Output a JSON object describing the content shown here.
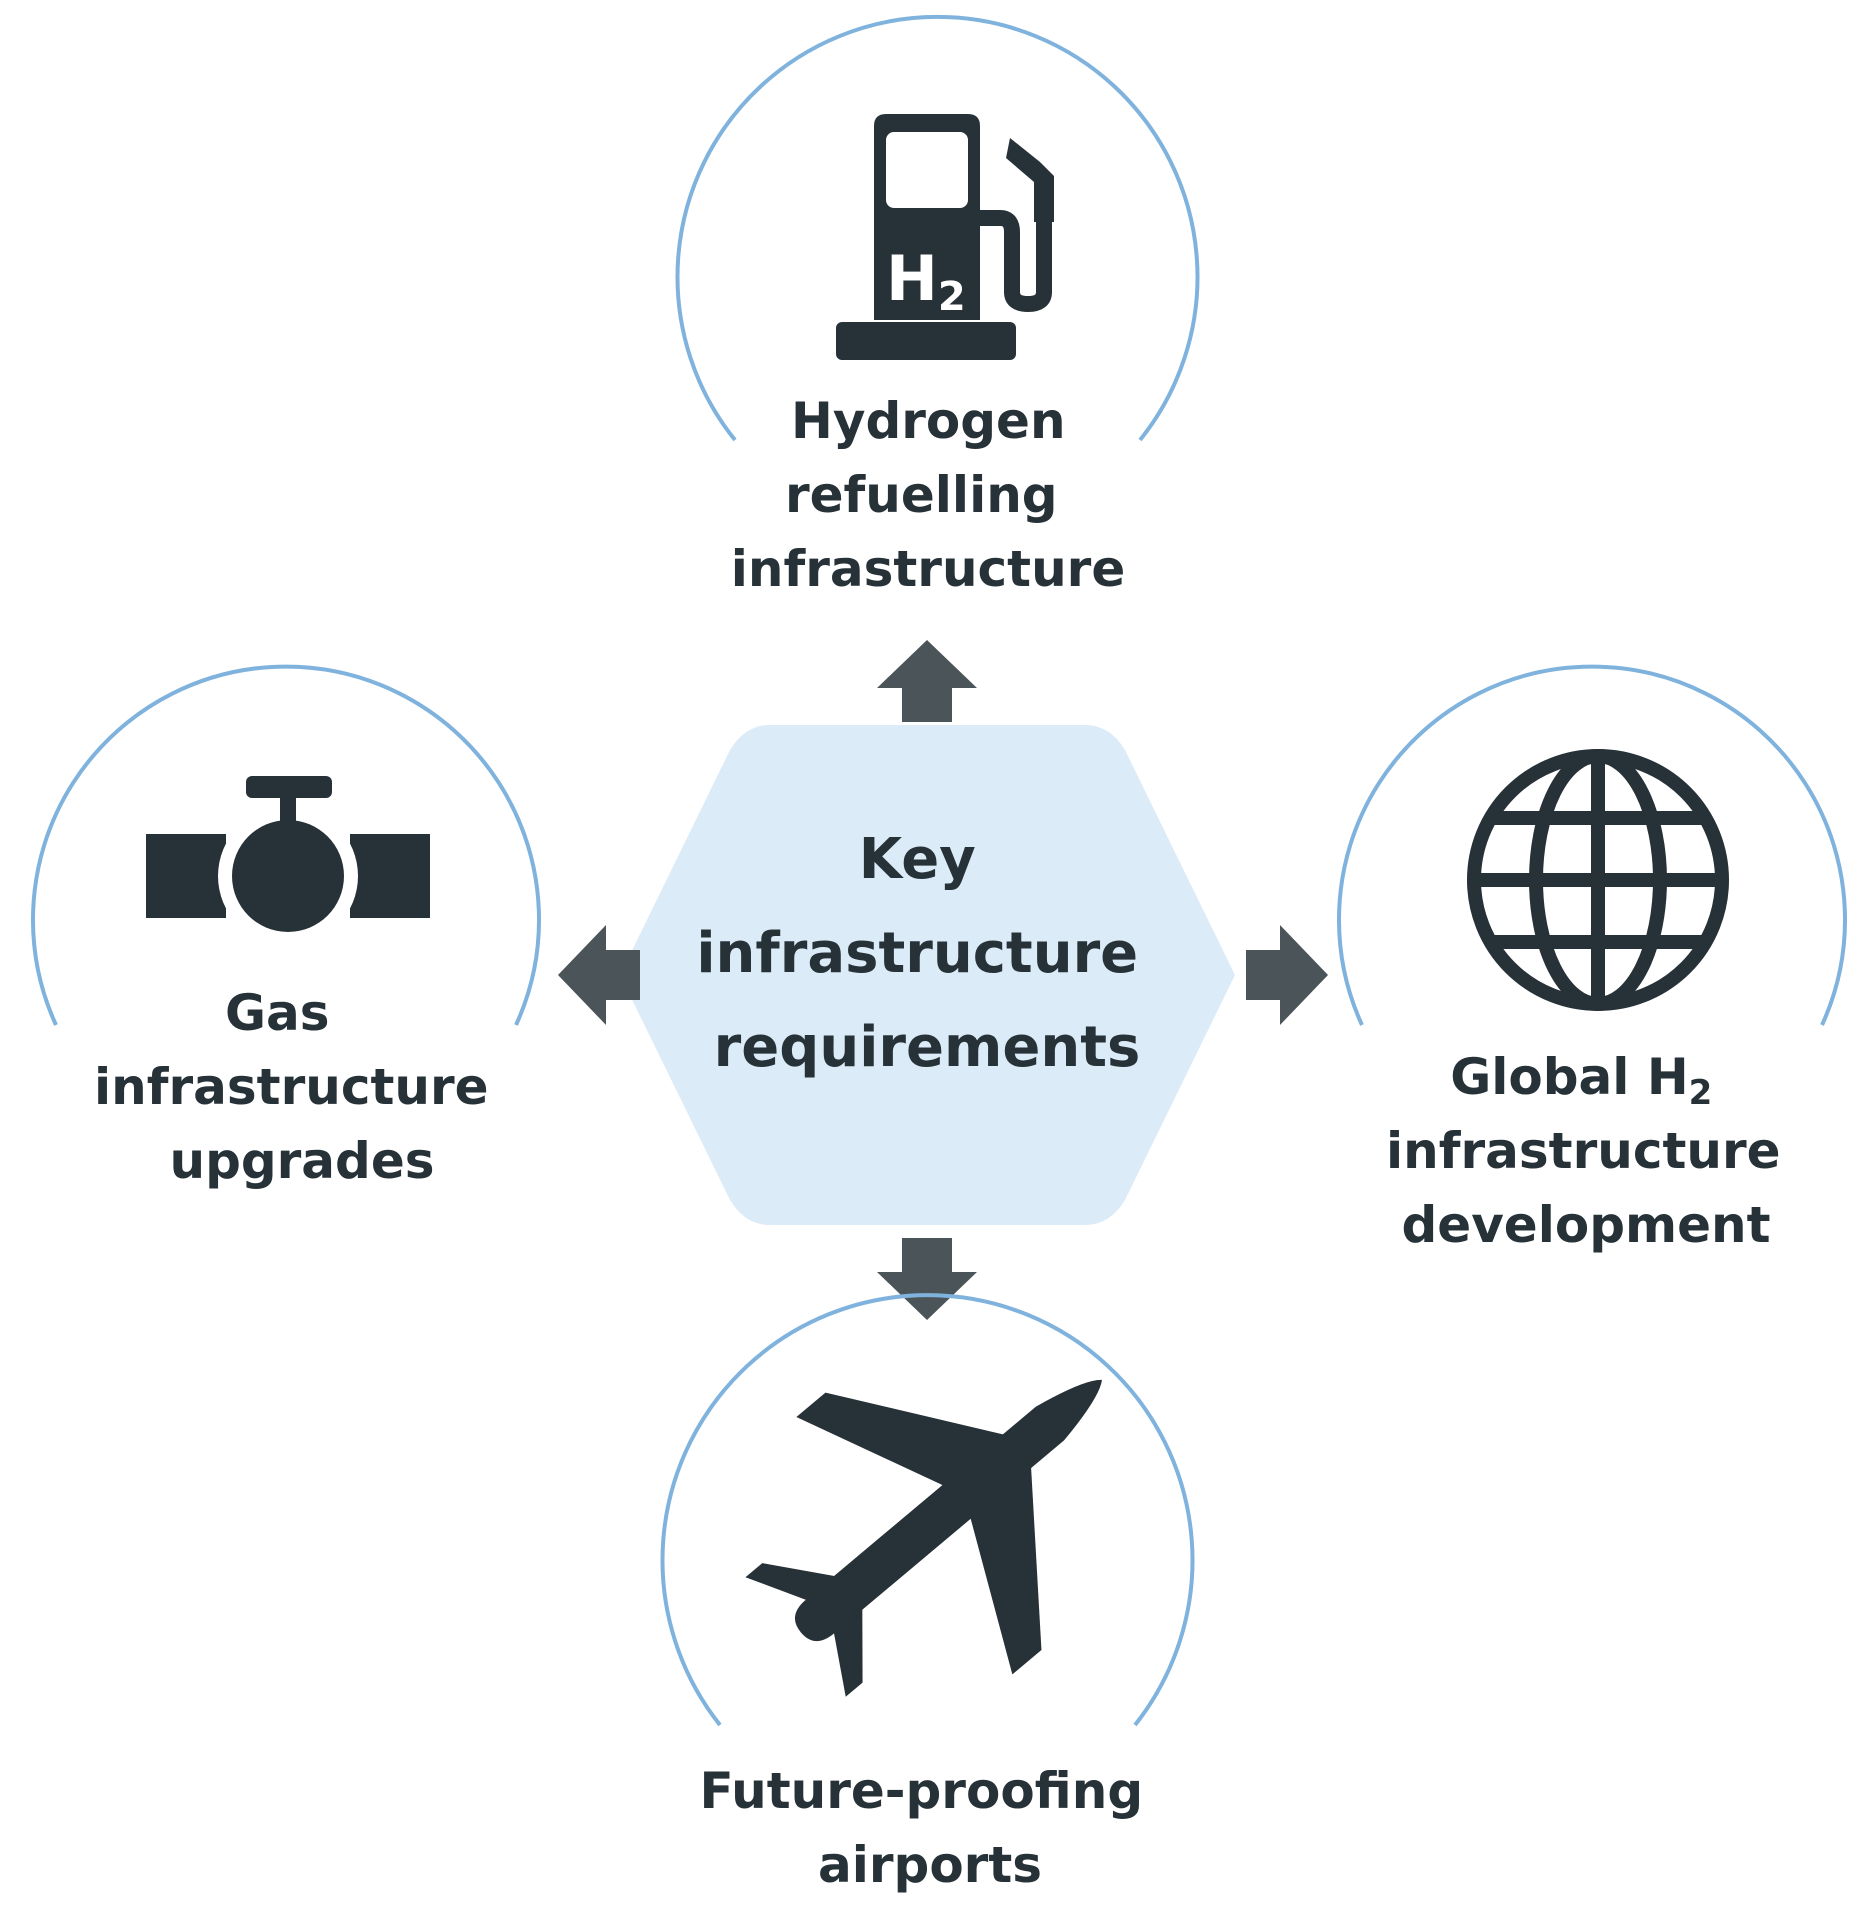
{
  "center": {
    "lines": [
      "Key",
      "infrastructure",
      "requirements"
    ]
  },
  "nodes": {
    "hydrogen": {
      "icon": "hydrogen-fuel-pump-icon",
      "icon_text": "H",
      "icon_subscript": "2",
      "lines": [
        "Hydrogen",
        "refuelling",
        "infrastructure"
      ]
    },
    "gas": {
      "icon": "pipeline-valve-icon",
      "lines": [
        "Gas",
        "infrastructure",
        "upgrades"
      ]
    },
    "global": {
      "icon": "globe-icon",
      "line1": "Global H",
      "line1_sub": "2",
      "lines": [
        "infrastructure",
        "development"
      ]
    },
    "airports": {
      "icon": "airplane-icon",
      "lines": [
        "Future-proofing",
        "airports"
      ]
    }
  },
  "colors": {
    "hexagon_fill": "#dcebf8",
    "ring": "#7fb3dd",
    "ink": "#273238",
    "arrow": "#4a5459"
  }
}
